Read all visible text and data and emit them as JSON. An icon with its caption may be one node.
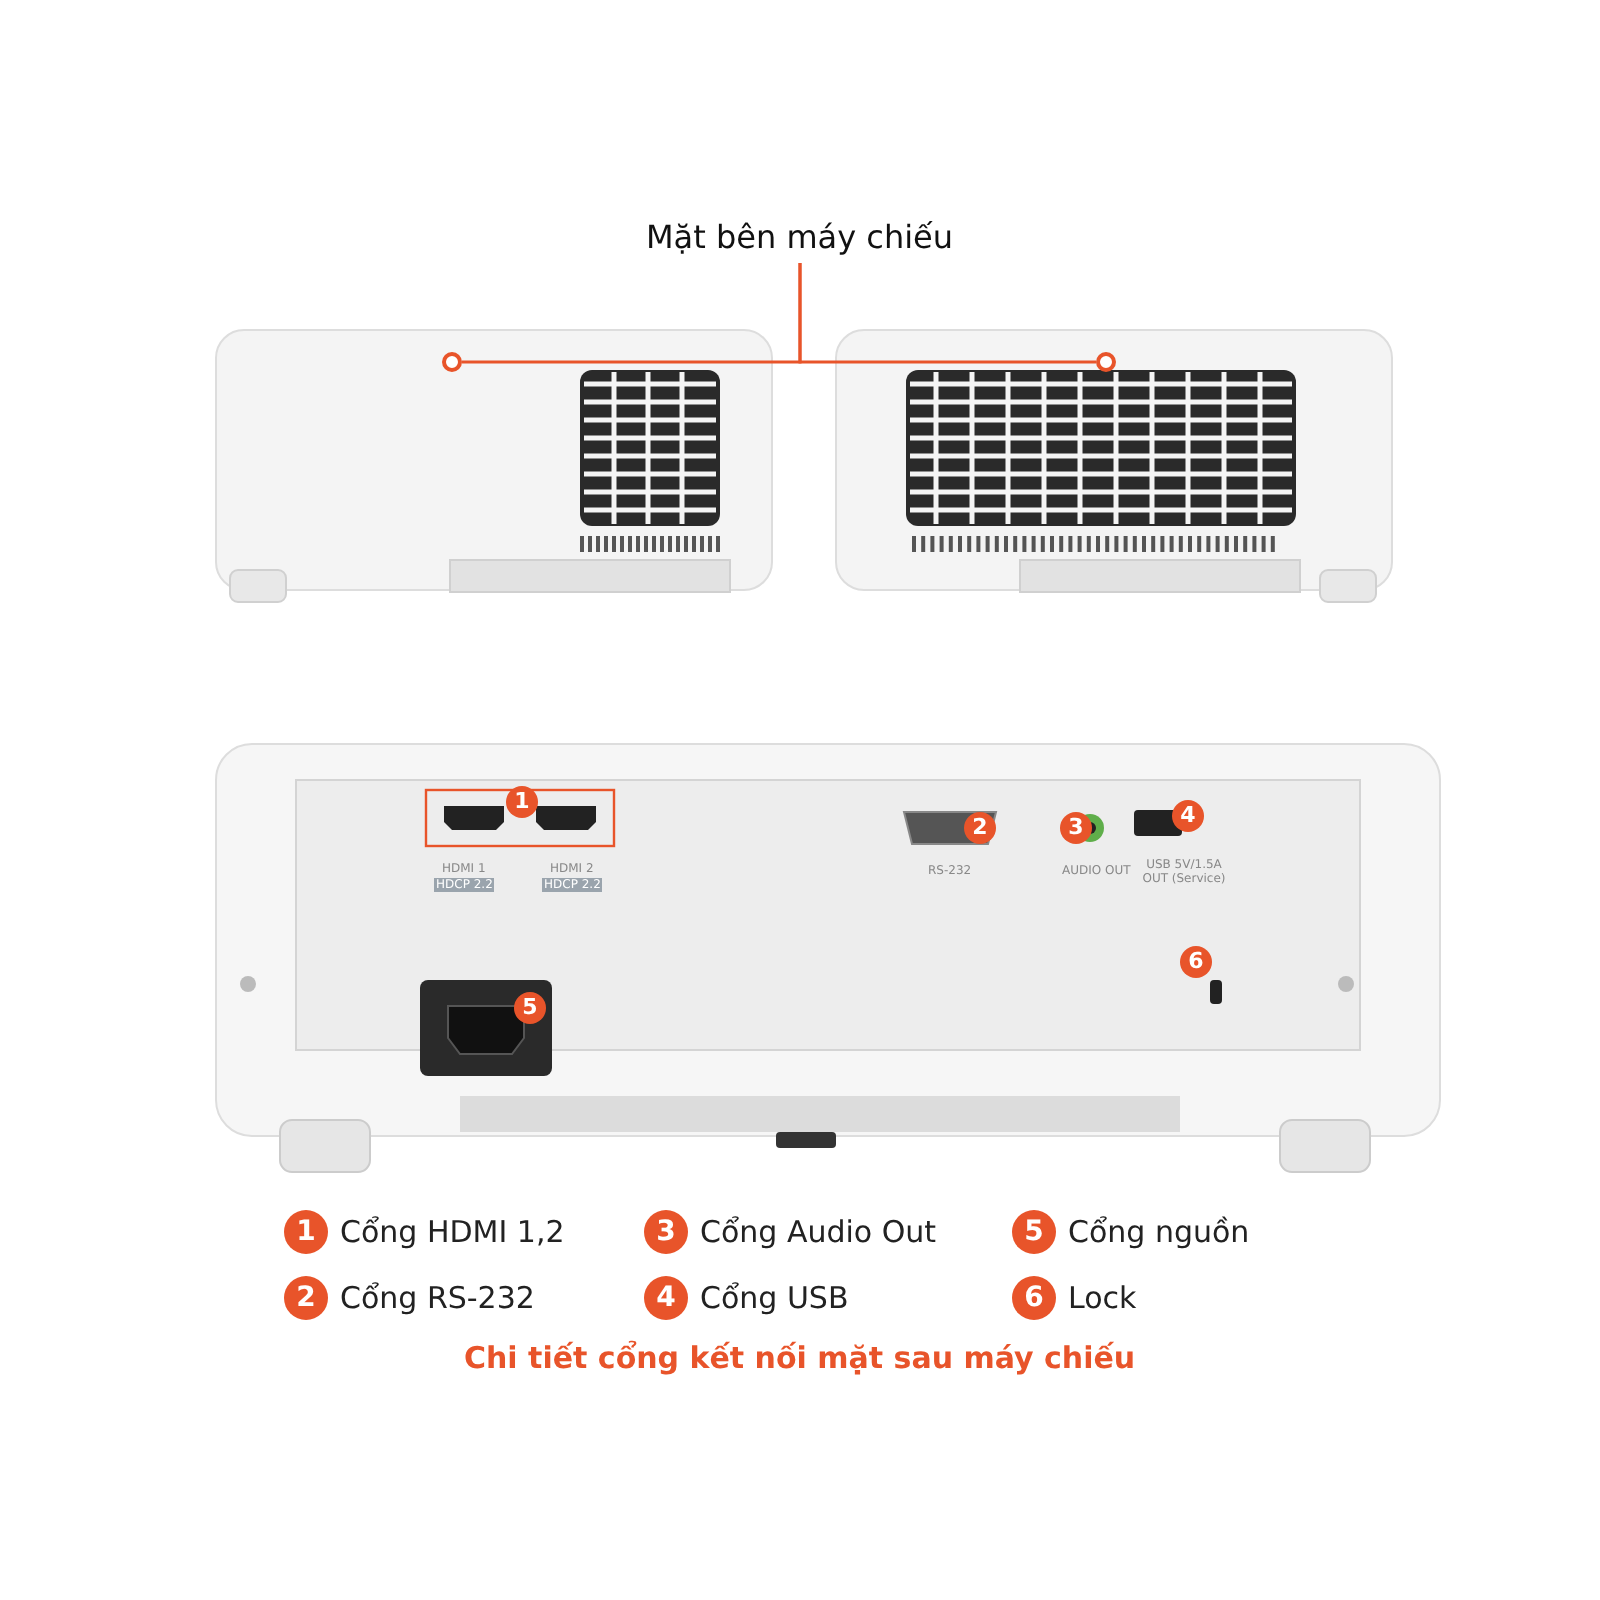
{
  "diagram": {
    "caption": "Chi tiết cổng kết nối mặt sau máy chiếu",
    "nodes": [
      {
        "text": [
          "Mặt bên máy chiếu"
        ]
      },
      {
        "text": [],
        "shape": "circle"
      },
      {
        "text": [],
        "shape": "circle"
      }
    ],
    "edges": [
      {
        "from": 0,
        "to": 1,
        "arrow": "none",
        "color": "#e8542a"
      },
      {
        "from": 0,
        "to": 2,
        "arrow": "none",
        "color": "#e8542a"
      }
    ],
    "labels": [
      "1",
      "HDMI 1",
      "HDCP 2.2",
      "HDMI 2",
      "HDCP 2.2",
      "2",
      "RS-232",
      "3",
      "AUDIO OUT",
      "4",
      "USB 5V/1.5A OUT (Service)",
      "6",
      "5",
      "1",
      "Cổng HDMI 1,2",
      "3",
      "Cổng Audio Out",
      "5",
      "Cổng nguồn",
      "2",
      "Cổng RS-232",
      "4",
      "Cổng USB",
      "6",
      "Lock"
    ]
  }
}
